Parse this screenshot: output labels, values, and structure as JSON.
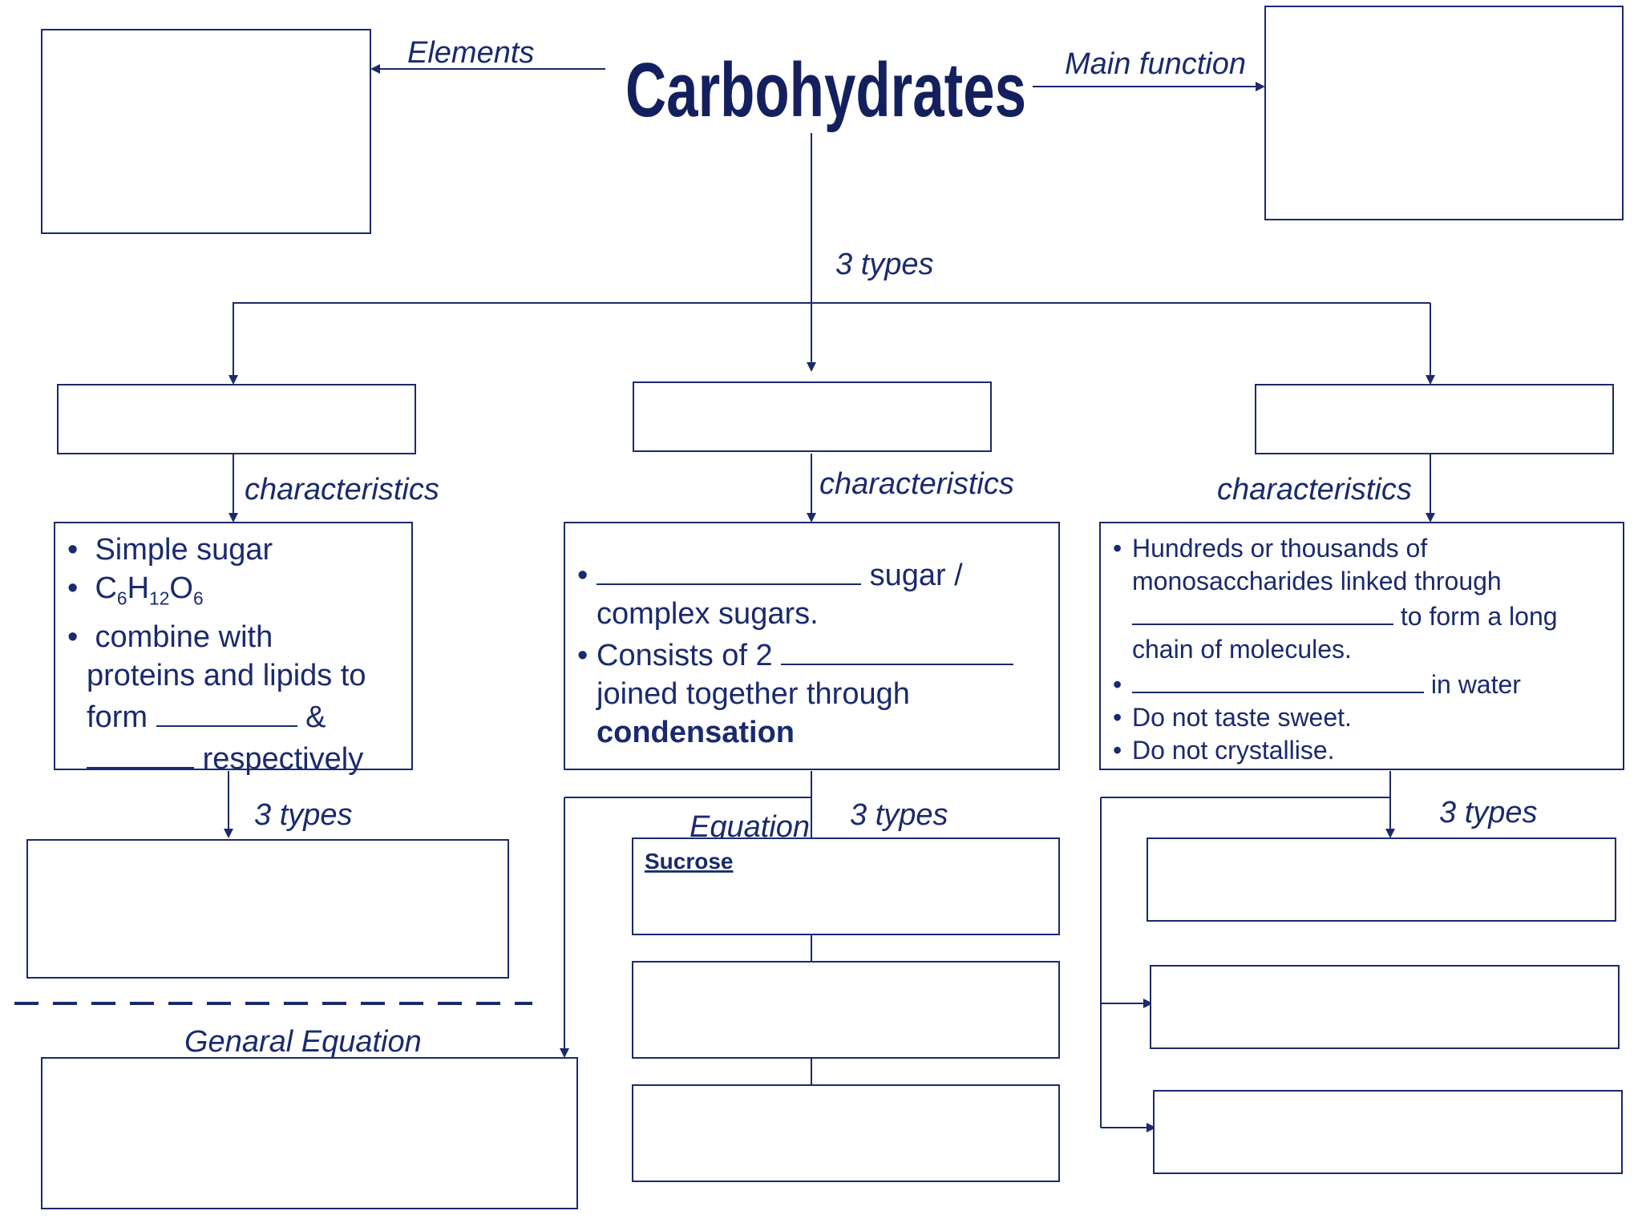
{
  "title": "Carbohydrates",
  "labels": {
    "elements": "Elements",
    "main_function": "Main function",
    "three_types": "3 types",
    "characteristics": "characteristics",
    "equation": "Equation",
    "general_equation": "Genaral Equation"
  },
  "mono": {
    "b1": "Simple sugar",
    "f_c": "C",
    "f_c_n": "6",
    "f_h": "H",
    "f_h_n": "12",
    "f_o": "O",
    "f_o_n": "6",
    "b3_line1": "combine with",
    "b3_line2": "proteins and lipids to",
    "b3_form": "form",
    "b3_amp": "&",
    "b3_resp": "respectively"
  },
  "di": {
    "b1_end": "sugar /",
    "b1_line2": "complex sugars.",
    "b2_start": "Consists of 2",
    "b2_line2": "joined together through",
    "b2_line3": "condensation",
    "sucrose": "Sucrose"
  },
  "poly": {
    "b1_line1": "Hundreds or thousands of",
    "b1_line2": "monosaccharides linked through",
    "b1_line3_end": "to form a long",
    "b1_line4": "chain of molecules.",
    "b2_end": "in water",
    "b3": "Do not taste sweet.",
    "b4": "Do not crystallise."
  },
  "colors": {
    "ink": "#1a2a6c",
    "title": "#14205e"
  }
}
